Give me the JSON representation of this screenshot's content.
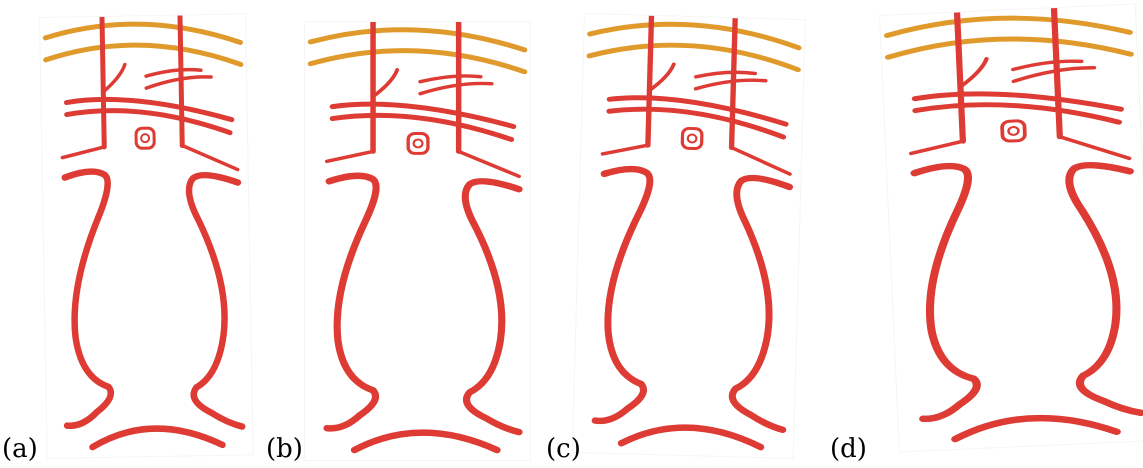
{
  "panels": [
    {
      "label": "(a)"
    },
    {
      "label": "(b)"
    },
    {
      "label": "(c)"
    },
    {
      "label": "(d)"
    }
  ],
  "colors": {
    "vessel": "#dd3b33",
    "bone": "#e09a2c",
    "background": "#ffffff"
  }
}
